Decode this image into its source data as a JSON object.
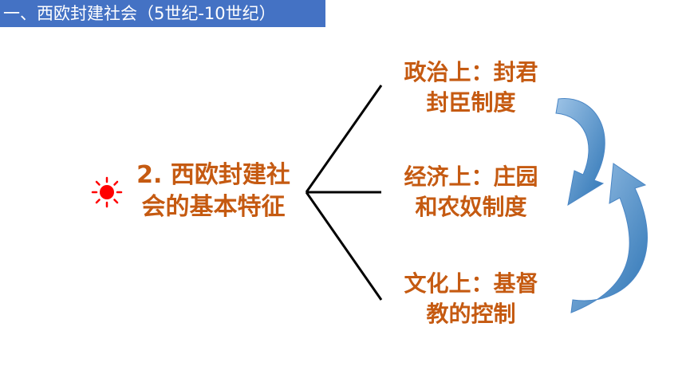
{
  "header": {
    "title": "一、西欧封建社会（5世纪-10世纪）"
  },
  "main": {
    "line1": "2. 西欧封建社",
    "line2": "会的基本特征"
  },
  "branches": [
    {
      "line1": "政治上：封君",
      "line2": "封臣制度"
    },
    {
      "line1": "经济上：庄园",
      "line2": "和农奴制度"
    },
    {
      "line1": "文化上：基督",
      "line2": "教的控制"
    }
  ],
  "colors": {
    "header_bg": "#4472c4",
    "text_accent": "#c55a11",
    "arrow": "#5b9bd5",
    "sun": "#ff0000"
  },
  "icons": {
    "bullet": "sun-icon"
  }
}
